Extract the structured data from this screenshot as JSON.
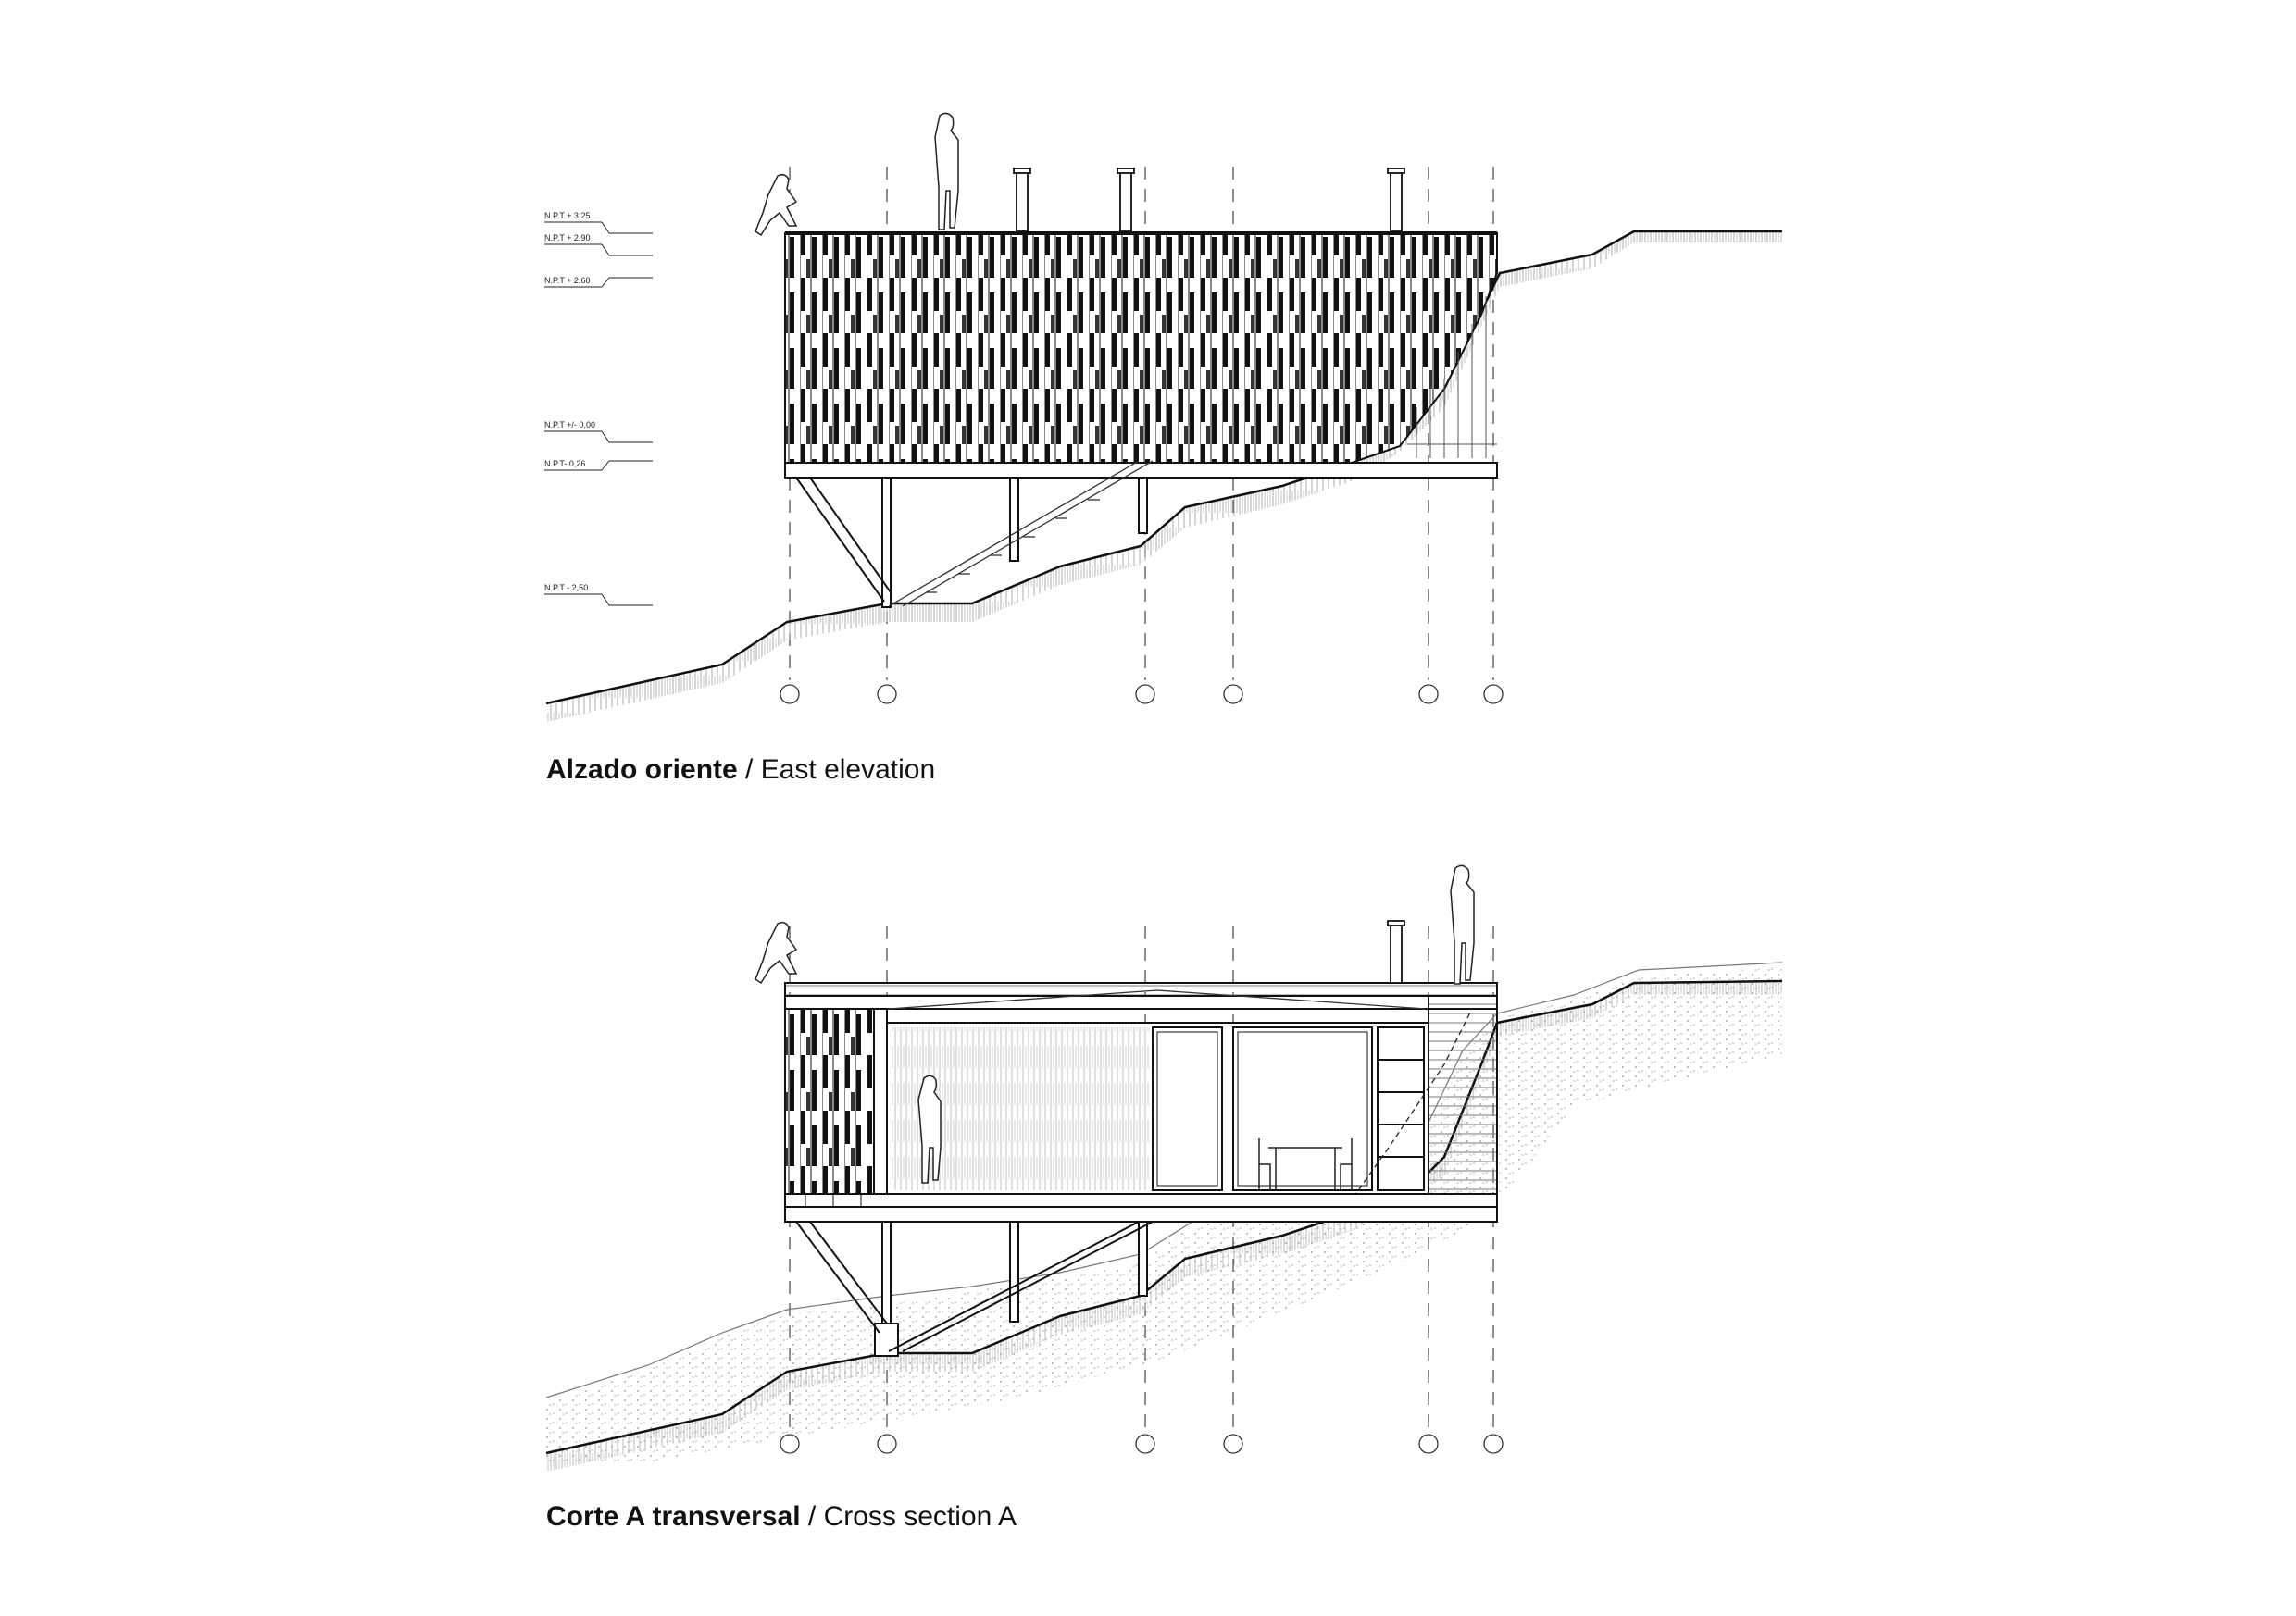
{
  "colors": {
    "ink": "#111111",
    "hatch": "#8a8a8a",
    "paper": "#ffffff"
  },
  "levels": {
    "l1": "N.P.T + 3,25",
    "l2": "N.P.T + 2,90",
    "l3": "N.P.T + 2,60",
    "l4": "N.P.T +/- 0,00",
    "l5": "N.P.T- 0,26",
    "l6": "N.P.T - 2,50"
  },
  "captions": {
    "east": {
      "bold": "Alzado oriente",
      "light": " / East elevation"
    },
    "section": {
      "bold": "Corte A transversal",
      "light": " / Cross section A"
    }
  }
}
